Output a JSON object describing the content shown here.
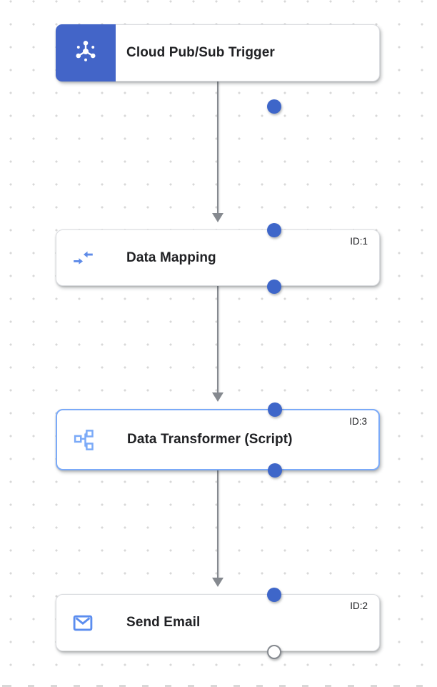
{
  "colors": {
    "trigger_block": "#4365c8",
    "port": "#3e66c9",
    "port_open_border": "#85898f",
    "selected_border": "#7baaf8",
    "edge": "#85898f",
    "node_border": "#dadce0",
    "title_text": "#202124",
    "id_text": "#202124",
    "grid_dot": "#d8d8d8",
    "icon_mapping_blue": "#5e8be8",
    "icon_transformer_blue": "#7baaf8",
    "icon_email_blue": "#5b8def",
    "pubsub_icon_white": "#ffffff"
  },
  "nodes": [
    {
      "title": "Cloud Pub/Sub Trigger",
      "type": "trigger",
      "icon": "pubsub-icon",
      "id_label": ""
    },
    {
      "title": "Data Mapping",
      "type": "task",
      "icon": "data-mapping-icon",
      "id_label": "ID:1"
    },
    {
      "title": "Data Transformer (Script)",
      "type": "task",
      "icon": "data-transformer-icon",
      "id_label": "ID:3",
      "selected": true
    },
    {
      "title": "Send Email",
      "type": "task",
      "icon": "send-email-icon",
      "id_label": "ID:2"
    }
  ],
  "edges": [
    {
      "from": "Cloud Pub/Sub Trigger",
      "to": "Data Mapping"
    },
    {
      "from": "Data Mapping",
      "to": "Data Transformer (Script)"
    },
    {
      "from": "Data Transformer (Script)",
      "to": "Send Email"
    }
  ]
}
